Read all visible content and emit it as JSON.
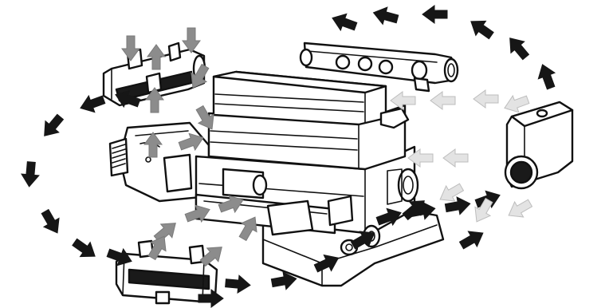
{
  "diagram": {
    "type": "engine-cooling-flow-illustration",
    "labels": [],
    "colors": {
      "background": "#ffffff",
      "line": "#111111",
      "fill": "#ffffff",
      "dark_fill": "#1a1a1a",
      "flow_dark": "#161616",
      "flow_gray": "#8c8c8c",
      "flow_light": "#e3e3e3"
    },
    "flow_arrows": {
      "dark_count": 24,
      "gray_count": 14,
      "light_count": 9
    }
  }
}
